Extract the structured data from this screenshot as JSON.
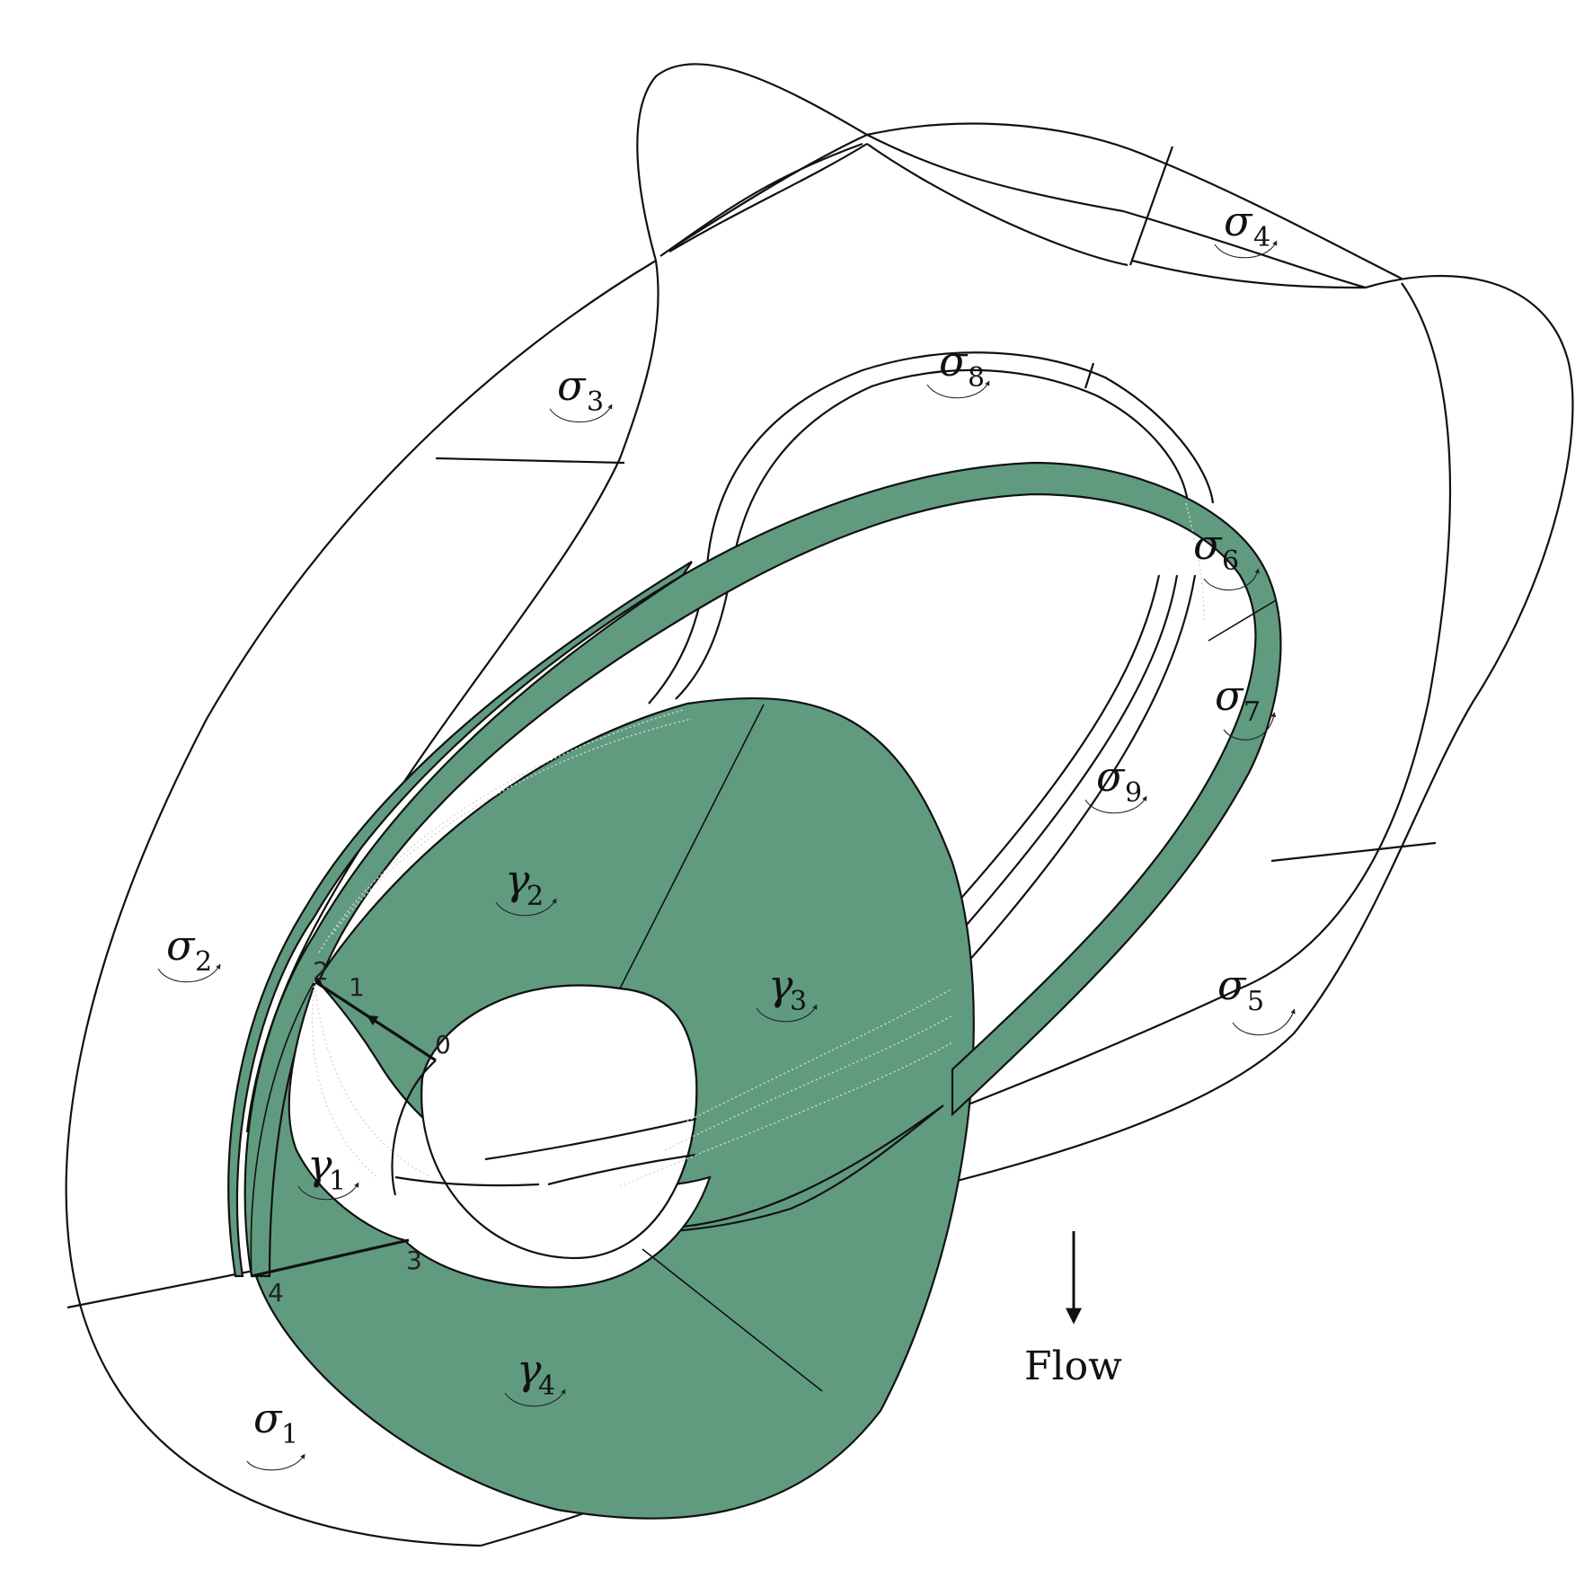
{
  "regions": {
    "sigma_1": {
      "base": "σ",
      "sub": "1"
    },
    "sigma_2": {
      "base": "σ",
      "sub": "2"
    },
    "sigma_3": {
      "base": "σ",
      "sub": "3"
    },
    "sigma_4": {
      "base": "σ",
      "sub": "4"
    },
    "sigma_5": {
      "base": "σ",
      "sub": "5"
    },
    "sigma_6": {
      "base": "σ",
      "sub": "6"
    },
    "sigma_7": {
      "base": "σ",
      "sub": "7"
    },
    "sigma_8": {
      "base": "σ",
      "sub": "8"
    },
    "sigma_9": {
      "base": "σ",
      "sub": "9"
    },
    "gamma_1": {
      "base": "γ",
      "sub": "1"
    },
    "gamma_2": {
      "base": "γ",
      "sub": "2"
    },
    "gamma_3": {
      "base": "γ",
      "sub": "3"
    },
    "gamma_4": {
      "base": "γ",
      "sub": "4"
    }
  },
  "vertices": {
    "v0": "0",
    "v1": "1",
    "v2": "2",
    "v3": "3",
    "v4": "4"
  },
  "flow_label": "Flow",
  "colors": {
    "surface_fill": "#609b80",
    "line": "#111111",
    "background": "#ffffff"
  }
}
